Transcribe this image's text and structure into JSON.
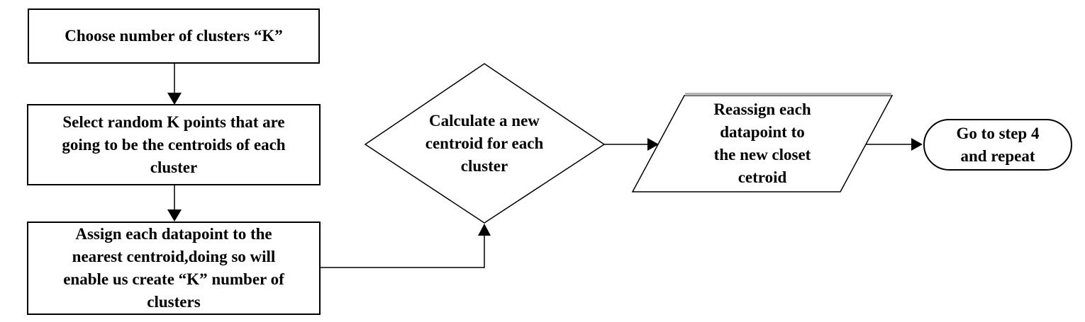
{
  "diagram": {
    "type": "flowchart",
    "background": "#ffffff",
    "nodes": {
      "choose_k": {
        "shape": "rectangle",
        "label": "Choose number of clusters “K”"
      },
      "select_random": {
        "shape": "rectangle",
        "label": "Select random K points that are\ngoing to be the centroids of each\ncluster"
      },
      "assign_datapoints": {
        "shape": "rectangle",
        "label": "Assign each datapoint to the\nnearest centroid,doing so will\nenable us create “K” number of\nclusters"
      },
      "calculate_centroid": {
        "shape": "diamond",
        "label": "Calculate a new\ncentroid for each\ncluster"
      },
      "reassign_datapoints": {
        "shape": "parallelogram",
        "label": "Reassign each\ndatapoint to\nthe new closet\ncetroid"
      },
      "go_to_step4": {
        "shape": "stadium",
        "label": "Go to step 4\nand repeat"
      }
    },
    "edges": [
      {
        "from": "choose_k",
        "to": "select_random",
        "style": "arrow-down"
      },
      {
        "from": "select_random",
        "to": "assign_datapoints",
        "style": "arrow-down"
      },
      {
        "from": "assign_datapoints",
        "to": "calculate_centroid",
        "style": "elbow-right-up-arrow"
      },
      {
        "from": "calculate_centroid",
        "to": "reassign_datapoints",
        "style": "arrow-right"
      },
      {
        "from": "reassign_datapoints",
        "to": "go_to_step4",
        "style": "arrow-right"
      }
    ],
    "colors": {
      "stroke": "#000000",
      "fill": "#ffffff",
      "text": "#000000",
      "parallelogram_top_highlight": "#b3b3b3"
    }
  }
}
